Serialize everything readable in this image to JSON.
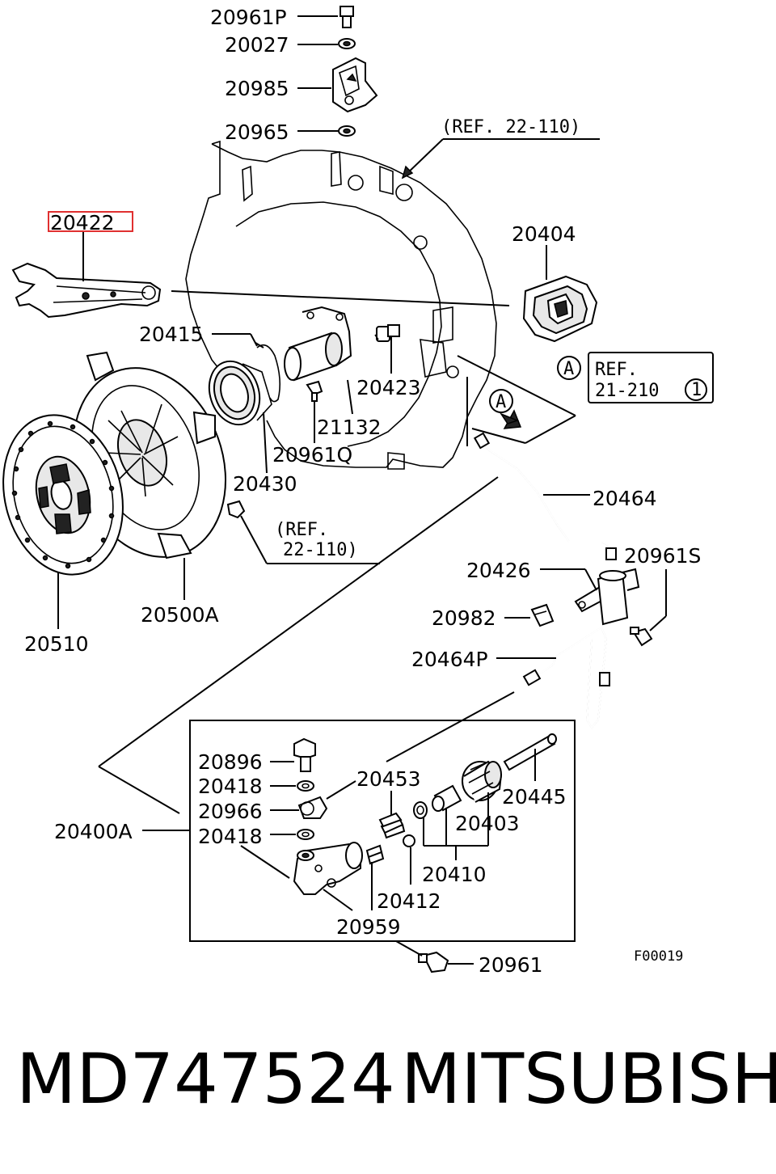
{
  "labels": {
    "p20961P": "20961P",
    "p20027": "20027",
    "p20985": "20985",
    "p20965": "20965",
    "p20422": "20422",
    "p20404": "20404",
    "p20415": "20415",
    "p20423": "20423",
    "p21132": "21132",
    "p20961Q": "20961Q",
    "p20430": "20430",
    "p20464": "20464",
    "p20961S": "20961S",
    "p20426": "20426",
    "p20982": "20982",
    "p20464P": "20464P",
    "p20500A": "20500A",
    "p20510": "20510",
    "p20896": "20896",
    "p20418a": "20418",
    "p20453": "20453",
    "p20445": "20445",
    "p20966": "20966",
    "p20403": "20403",
    "p20400A": "20400A",
    "p20418b": "20418",
    "p20410": "20410",
    "p20412": "20412",
    "p20959": "20959",
    "p20961": "20961"
  },
  "refs": {
    "ref_top": "(REF. 22-110)",
    "ref_mid_line1": "(REF.",
    "ref_mid_line2": "22-110)",
    "ref_box_line1": "REF.",
    "ref_box_line2": "21-210",
    "ref_box_circle": "1",
    "marker_a": "A",
    "marker_a2": "A"
  },
  "figure_code": "F00019",
  "highlight_color": "#e03030",
  "footer": {
    "part_number": "MD747524",
    "brand": "MITSUBISHI"
  }
}
